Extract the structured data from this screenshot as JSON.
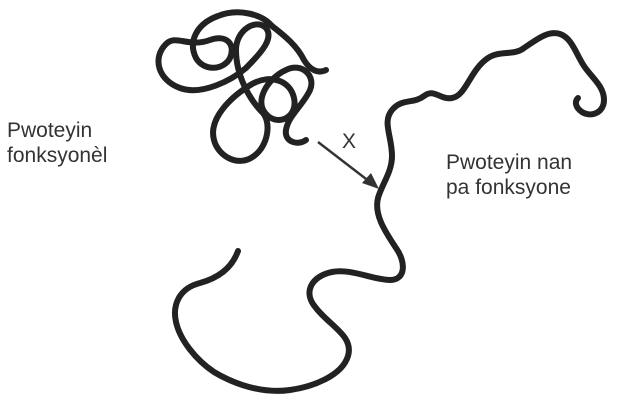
{
  "labels": {
    "folded_protein": [
      "Pwoteyin",
      "fonksyonèl"
    ],
    "unfolded_protein": [
      "Pwoteyin nan",
      "pa fonksyone"
    ],
    "transition": "X"
  },
  "colors": {
    "chain": "#222222",
    "text": "#333333",
    "background": "#ffffff"
  }
}
